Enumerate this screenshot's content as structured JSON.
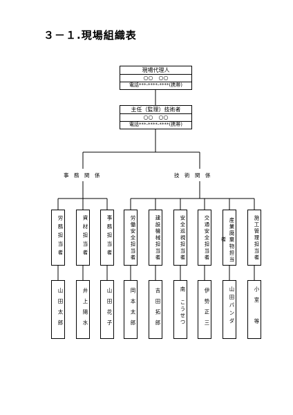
{
  "title": "３－１.現場組織表",
  "top": {
    "role": "現場代理人",
    "name": "○○　○○",
    "phone": "電話***-****-****(携帯)"
  },
  "second": {
    "role": "主任（監理）技術者",
    "name": "○○　○○",
    "phone": "電話***-****-****(携帯)"
  },
  "groups": {
    "office": "事　務　関　係",
    "tech": "技　術　関　係"
  },
  "roles": [
    "労務担当者",
    "資材担当者",
    "事務担当者",
    "労働安全担当者",
    "建設機械担当者",
    "安全巡視担当者",
    "交通安全担当者",
    "産業廃棄物担当者",
    "施工管理担当者"
  ],
  "names": [
    "山田太郎",
    "井上陽水",
    "山田花子",
    "岡本太郎",
    "吉田拓郎",
    "南　こうせつ",
    "伊勢正三",
    "山田パンダ",
    "小室　等"
  ]
}
